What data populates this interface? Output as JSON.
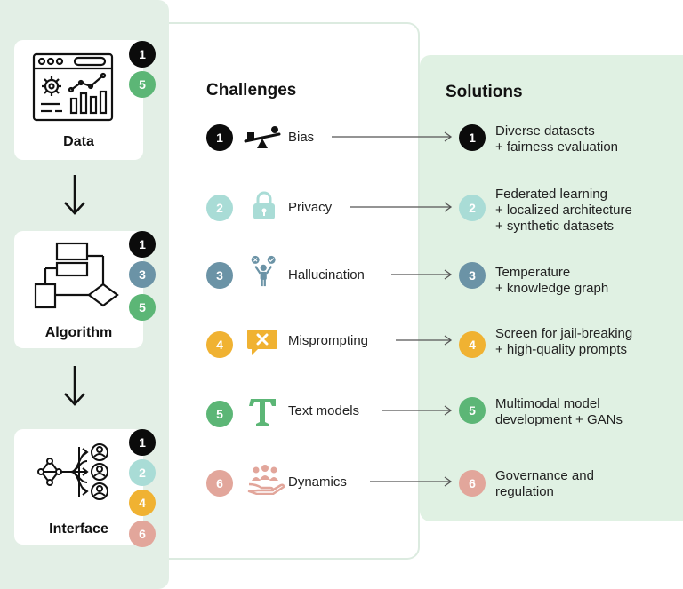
{
  "stages": [
    {
      "title": "Data",
      "badges": [
        "1",
        "5"
      ]
    },
    {
      "title": "Algorithm",
      "badges": [
        "1",
        "3",
        "5"
      ]
    },
    {
      "title": "Interface",
      "badges": [
        "1",
        "2",
        "4",
        "6"
      ]
    }
  ],
  "headings": {
    "challenges": "Challenges",
    "solutions": "Solutions"
  },
  "rows": [
    {
      "num": "1",
      "challenge": "Bias",
      "icon": "seesaw-icon",
      "solution": [
        "Diverse datasets",
        "+ fairness evaluation"
      ]
    },
    {
      "num": "2",
      "challenge": "Privacy",
      "icon": "lock-icon",
      "solution": [
        "Federated learning",
        "+ localized architecture",
        "+ synthetic datasets"
      ]
    },
    {
      "num": "3",
      "challenge": "Hallucination",
      "icon": "confused-person-icon",
      "solution": [
        "Temperature",
        "+ knowledge graph"
      ]
    },
    {
      "num": "4",
      "challenge": "Misprompting",
      "icon": "error-chat-icon",
      "solution": [
        "Screen for jail-breaking",
        "+ high-quality prompts"
      ]
    },
    {
      "num": "5",
      "challenge": "Text models",
      "icon": "text-icon",
      "solution": [
        "Multimodal model",
        "development + GANs"
      ]
    },
    {
      "num": "6",
      "challenge": "Dynamics",
      "icon": "people-hand-icon",
      "solution": [
        "Governance and",
        "regulation"
      ]
    }
  ],
  "colors": {
    "1": "#0b0b0b",
    "2": "#a9dcd6",
    "3": "#6b93a6",
    "4": "#f0b232",
    "5": "#5cb676",
    "6": "#e2a69b",
    "panel_green": "#e3efe6",
    "solutions_green": "#e0f1e3"
  }
}
